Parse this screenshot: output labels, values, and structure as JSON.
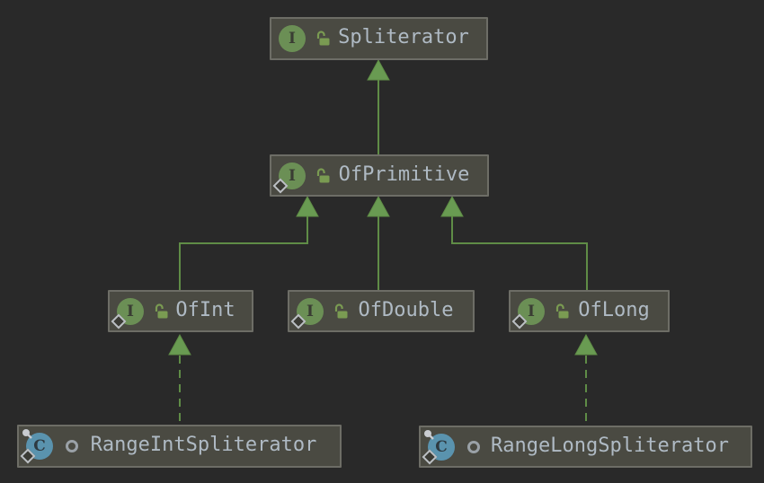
{
  "diagram": {
    "description": "UML class diagram of java.util.Spliterator hierarchy",
    "icon_letters": {
      "interface": "I",
      "class": "C"
    },
    "nodes": [
      {
        "id": "Spliterator",
        "label": "Spliterator",
        "kind": "interface",
        "visibility": "public",
        "static": false,
        "icons": [
          "interface-icon",
          "unlocked-padlock-icon"
        ]
      },
      {
        "id": "OfPrimitive",
        "label": "OfPrimitive",
        "kind": "interface",
        "visibility": "public",
        "static": true,
        "icons": [
          "interface-icon",
          "static-badge-icon",
          "unlocked-padlock-icon"
        ]
      },
      {
        "id": "OfInt",
        "label": "OfInt",
        "kind": "interface",
        "visibility": "public",
        "static": true,
        "icons": [
          "interface-icon",
          "static-badge-icon",
          "unlocked-padlock-icon"
        ]
      },
      {
        "id": "OfDouble",
        "label": "OfDouble",
        "kind": "interface",
        "visibility": "public",
        "static": true,
        "icons": [
          "interface-icon",
          "static-badge-icon",
          "unlocked-padlock-icon"
        ]
      },
      {
        "id": "OfLong",
        "label": "OfLong",
        "kind": "interface",
        "visibility": "public",
        "static": true,
        "icons": [
          "interface-icon",
          "static-badge-icon",
          "unlocked-padlock-icon"
        ]
      },
      {
        "id": "RangeIntSpliterator",
        "label": "RangeIntSpliterator",
        "kind": "class",
        "visibility": "package-private",
        "static": true,
        "icons": [
          "class-icon",
          "final-pin-badge-icon",
          "static-badge-icon",
          "package-private-icon"
        ]
      },
      {
        "id": "RangeLongSpliterator",
        "label": "RangeLongSpliterator",
        "kind": "class",
        "visibility": "package-private",
        "static": true,
        "icons": [
          "class-icon",
          "final-pin-badge-icon",
          "static-badge-icon",
          "package-private-icon"
        ]
      }
    ],
    "edges": [
      {
        "from": "OfPrimitive",
        "to": "Spliterator",
        "relation": "extends",
        "style": "solid"
      },
      {
        "from": "OfInt",
        "to": "OfPrimitive",
        "relation": "extends",
        "style": "solid"
      },
      {
        "from": "OfDouble",
        "to": "OfPrimitive",
        "relation": "extends",
        "style": "solid"
      },
      {
        "from": "OfLong",
        "to": "OfPrimitive",
        "relation": "extends",
        "style": "solid"
      },
      {
        "from": "RangeIntSpliterator",
        "to": "OfInt",
        "relation": "implements",
        "style": "dashed"
      },
      {
        "from": "RangeLongSpliterator",
        "to": "OfLong",
        "relation": "implements",
        "style": "dashed"
      }
    ],
    "colors": {
      "background": "#292929",
      "node_fill": "#4a4a42",
      "node_border": "#6d6d66",
      "label_text": "#afbac4",
      "edge_line": "#5f8c46",
      "arrowhead": "#699b52",
      "interface_icon": "#6b8f55",
      "class_icon": "#5a93ae",
      "padlock_icon": "#7a9b52",
      "badge_gray": "#bcc0c4"
    }
  }
}
